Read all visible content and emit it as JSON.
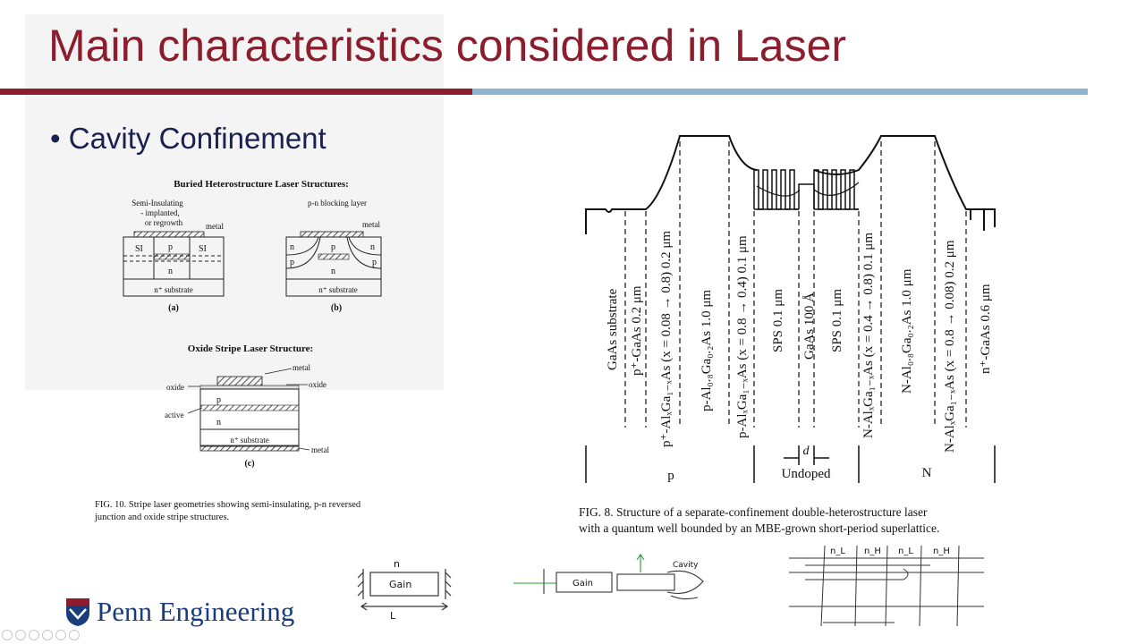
{
  "slide": {
    "title": "Main characteristics considered in Laser",
    "bullet": "Cavity Confinement",
    "brand": "Penn Engineering"
  },
  "colors": {
    "title": "#8c1d2c",
    "rule_left": "#8c1d2c",
    "rule_right": "#8fb3cf",
    "bullet": "#1a2050",
    "brand": "#1a3c7a"
  },
  "figure_left": {
    "heading_buried": "Buried Heterostructure Laser Structures:",
    "a_note_1": "Semi-Insulating",
    "a_note_2": "- implanted,",
    "a_note_3": "or regrowth",
    "metal": "metal",
    "si": "SI",
    "p": "p",
    "n": "n",
    "substrate": "n⁺ substrate",
    "label_a": "(a)",
    "b_note": "p-n blocking layer",
    "label_b": "(b)",
    "heading_oxide": "Oxide Stripe Laser Structure:",
    "oxide": "oxide",
    "active": "active",
    "label_c": "(c)",
    "caption_1": "FIG. 10.  Stripe laser geometries showing semi-insulating, p-n reversed",
    "caption_2": "junction and oxide stripe structures."
  },
  "figure_right": {
    "layers": [
      "GaAs substrate",
      "p⁺-GaAs  0.2 μm",
      "p⁺-AlₓGa₁₋ₓAs (x = 0.08 → 0.8)  0.2 μm",
      "p-Al₀.₈Ga₀.₂As  1.0 μm",
      "p-AlₓGa₁₋ₓAs (x = 0.8 → 0.4)  0.1 μm",
      "SPS  0.1 μm",
      "GaAs  100 Å",
      "SPS  0.1 μm",
      "N-AlₓGa₁₋ₓAs (x = 0.4 → 0.8)  0.1 μm",
      "N-Al₀.₈Ga₀.₂As  1.0 μm",
      "N-AlₓGa₁₋ₓAs (x = 0.8 → 0.08)  0.2 μm",
      "n⁺-GaAs  0.6 μm"
    ],
    "region_p": "p",
    "region_undoped": "Undoped",
    "region_n": "N",
    "d": "d",
    "caption_1": "FIG. 8.  Structure of a separate-confinement double-heterostructure laser",
    "caption_2": "with a quantum well bounded by an MBE-grown short-period superlattice."
  },
  "handwriting": {
    "n": "n",
    "gain": "Gain",
    "L": "L",
    "cavity": "Cavity",
    "nL": "n_L",
    "nH": "n_H"
  }
}
